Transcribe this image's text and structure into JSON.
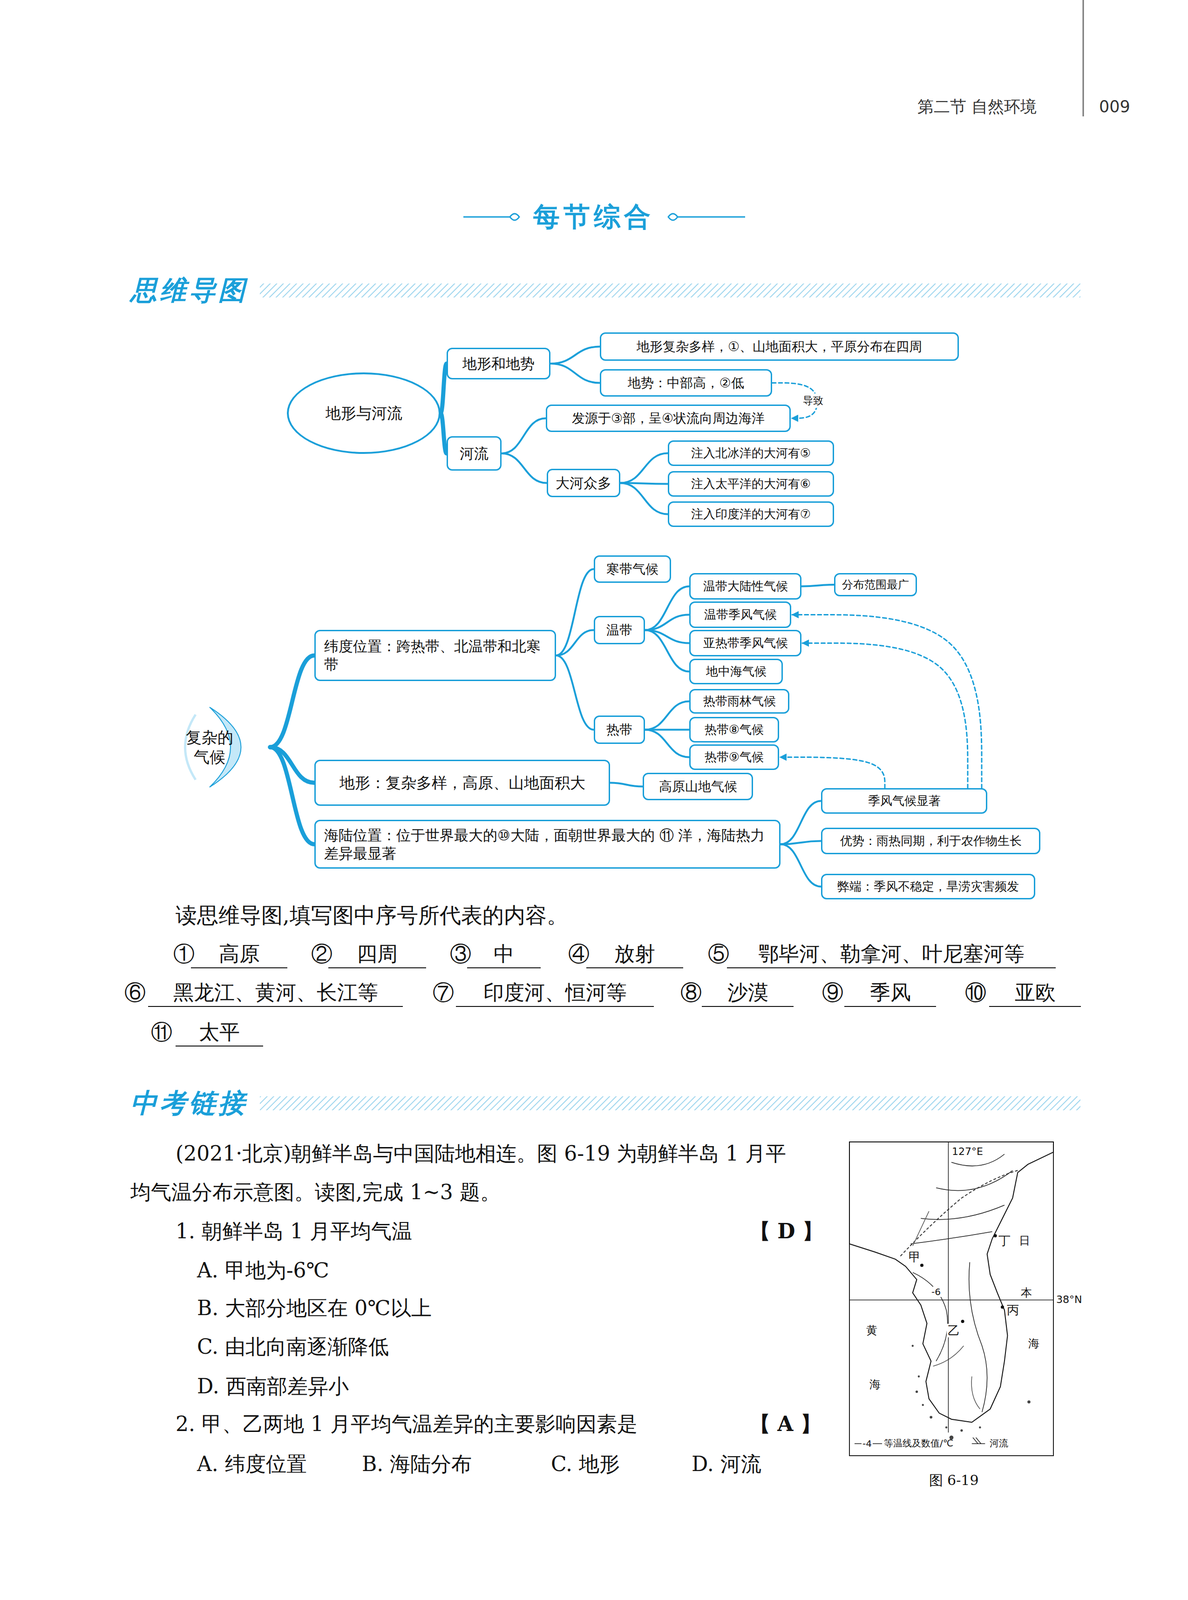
{
  "diagram": {
    "title": "每节综合",
    "caption": "图 6-19",
    "nodes": [
      {
        "text": [
          "地形与河流"
        ]
      },
      {
        "text": [
          "地形和地势"
        ]
      },
      {
        "text": [
          "地形复杂多样，①、山地面积大，平原分布在四周"
        ]
      },
      {
        "text": [
          "地势：中部高，②低"
        ]
      },
      {
        "text": [
          "河流"
        ]
      },
      {
        "text": [
          "发源于③部，呈④状流向周边海洋"
        ]
      },
      {
        "text": [
          "大河众多"
        ]
      },
      {
        "text": [
          "注入北冰洋的大河有⑤"
        ]
      },
      {
        "text": [
          "注入太平洋的大河有⑥"
        ]
      },
      {
        "text": [
          "注入印度洋的大河有⑦"
        ]
      },
      {
        "text": [
          "复杂的 气候"
        ]
      },
      {
        "text": [
          "纬度位置：跨热带、北温带和北寒带"
        ]
      },
      {
        "text": [
          "寒带气候"
        ]
      },
      {
        "text": [
          "温带"
        ]
      },
      {
        "text": [
          "温带大陆性气候"
        ]
      },
      {
        "text": [
          "分布范围最广"
        ]
      },
      {
        "text": [
          "温带季风气候"
        ]
      },
      {
        "text": [
          "亚热带季风气候"
        ]
      },
      {
        "text": [
          "地中海气候"
        ]
      },
      {
        "text": [
          "热带"
        ]
      },
      {
        "text": [
          "热带雨林气候"
        ]
      },
      {
        "text": [
          "热带⑧气候"
        ]
      },
      {
        "text": [
          "热带⑨气候"
        ]
      },
      {
        "text": [
          "地形：复杂多样，高原、山地面积大"
        ]
      },
      {
        "text": [
          "高原山地气候"
        ]
      },
      {
        "text": [
          "海陆位置：位于世界最大的⑩大陆，面朝世界最大的 ⑪ 洋，海陆热力差异最显著"
        ]
      },
      {
        "text": [
          "季风气候显著"
        ]
      },
      {
        "text": [
          "优势：雨热同期，利于农作物生长"
        ]
      },
      {
        "text": [
          "弊端：季风不稳定，旱涝灾害频发"
        ]
      }
    ],
    "edges": [
      {
        "from": 0,
        "to": 1,
        "arrow": "none"
      },
      {
        "from": 0,
        "to": 4,
        "arrow": "none"
      },
      {
        "from": 1,
        "to": 2,
        "arrow": "none"
      },
      {
        "from": 1,
        "to": 3,
        "arrow": "none"
      },
      {
        "from": 4,
        "to": 5,
        "arrow": "none"
      },
      {
        "from": 4,
        "to": 6,
        "arrow": "none"
      },
      {
        "from": 6,
        "to": 7,
        "arrow": "none"
      },
      {
        "from": 6,
        "to": 8,
        "arrow": "none"
      },
      {
        "from": 6,
        "to": 9,
        "arrow": "none"
      },
      {
        "from": 3,
        "to": 5,
        "label": "导致",
        "arrow": "to"
      },
      {
        "from": 10,
        "to": 11,
        "arrow": "none"
      },
      {
        "from": 10,
        "to": 23,
        "arrow": "none"
      },
      {
        "from": 10,
        "to": 25,
        "arrow": "none"
      },
      {
        "from": 11,
        "to": 12,
        "arrow": "none"
      },
      {
        "from": 11,
        "to": 13,
        "arrow": "none"
      },
      {
        "from": 11,
        "to": 19,
        "arrow": "none"
      },
      {
        "from": 13,
        "to": 14,
        "arrow": "none"
      },
      {
        "from": 13,
        "to": 16,
        "arrow": "none"
      },
      {
        "from": 13,
        "to": 17,
        "arrow": "none"
      },
      {
        "from": 13,
        "to": 18,
        "arrow": "none"
      },
      {
        "from": 14,
        "to": 15,
        "arrow": "none"
      },
      {
        "from": 19,
        "to": 20,
        "arrow": "none"
      },
      {
        "from": 19,
        "to": 21,
        "arrow": "none"
      },
      {
        "from": 19,
        "to": 22,
        "arrow": "none"
      },
      {
        "from": 23,
        "to": 24,
        "arrow": "none"
      },
      {
        "from": 25,
        "to": 26,
        "arrow": "none"
      },
      {
        "from": 25,
        "to": 27,
        "arrow": "none"
      },
      {
        "from": 25,
        "to": 28,
        "arrow": "none"
      },
      {
        "from": 26,
        "to": 16,
        "arrow": "to"
      },
      {
        "from": 26,
        "to": 17,
        "arrow": "to"
      },
      {
        "from": 26,
        "to": 22,
        "arrow": "to"
      }
    ],
    "labels": [
      "第二节 自然环境",
      "009",
      "思维导图",
      "读思维导图,填写图中序号所代表的内容。",
      "①",
      "高原",
      "②",
      "四周",
      "③",
      "中",
      "④",
      "放射",
      "⑤",
      "鄂毕河、勒拿河、叶尼塞河等",
      "⑥",
      "黑龙江、黄河、长江等",
      "⑦",
      "印度河、恒河等",
      "⑧",
      "沙漠",
      "⑨",
      "季风",
      "⑩",
      "亚欧",
      "⑪",
      "太平",
      "中考链接",
      "(2021·北京)朝鲜半岛与中国陆地相连。图 6-19 为朝鲜半岛 1 月平均气温分布示意图。读图,完成 1~3 题。",
      "1. 朝鲜半岛 1 月平均气温",
      "【 D 】",
      "A. 甲地为-6℃",
      "B. 大部分地区在 0℃以上",
      "C. 由北向南逐渐降低",
      "D. 西南部差异小",
      "2. 甲、乙两地 1 月平均气温差异的主要影响因素是",
      "【 A 】",
      "A. 纬度位置",
      "B. 海陆分布",
      "C. 地形",
      "D. 河流",
      "127°E",
      "38°N",
      "甲",
      "乙",
      "丙",
      "丁",
      "日",
      "本",
      "海",
      "黄",
      "海",
      "-6",
      "-4"
    ],
    "legend": [
      {
        "text": "等温线及数值/℃"
      },
      {
        "text": "河流"
      }
    ]
  }
}
